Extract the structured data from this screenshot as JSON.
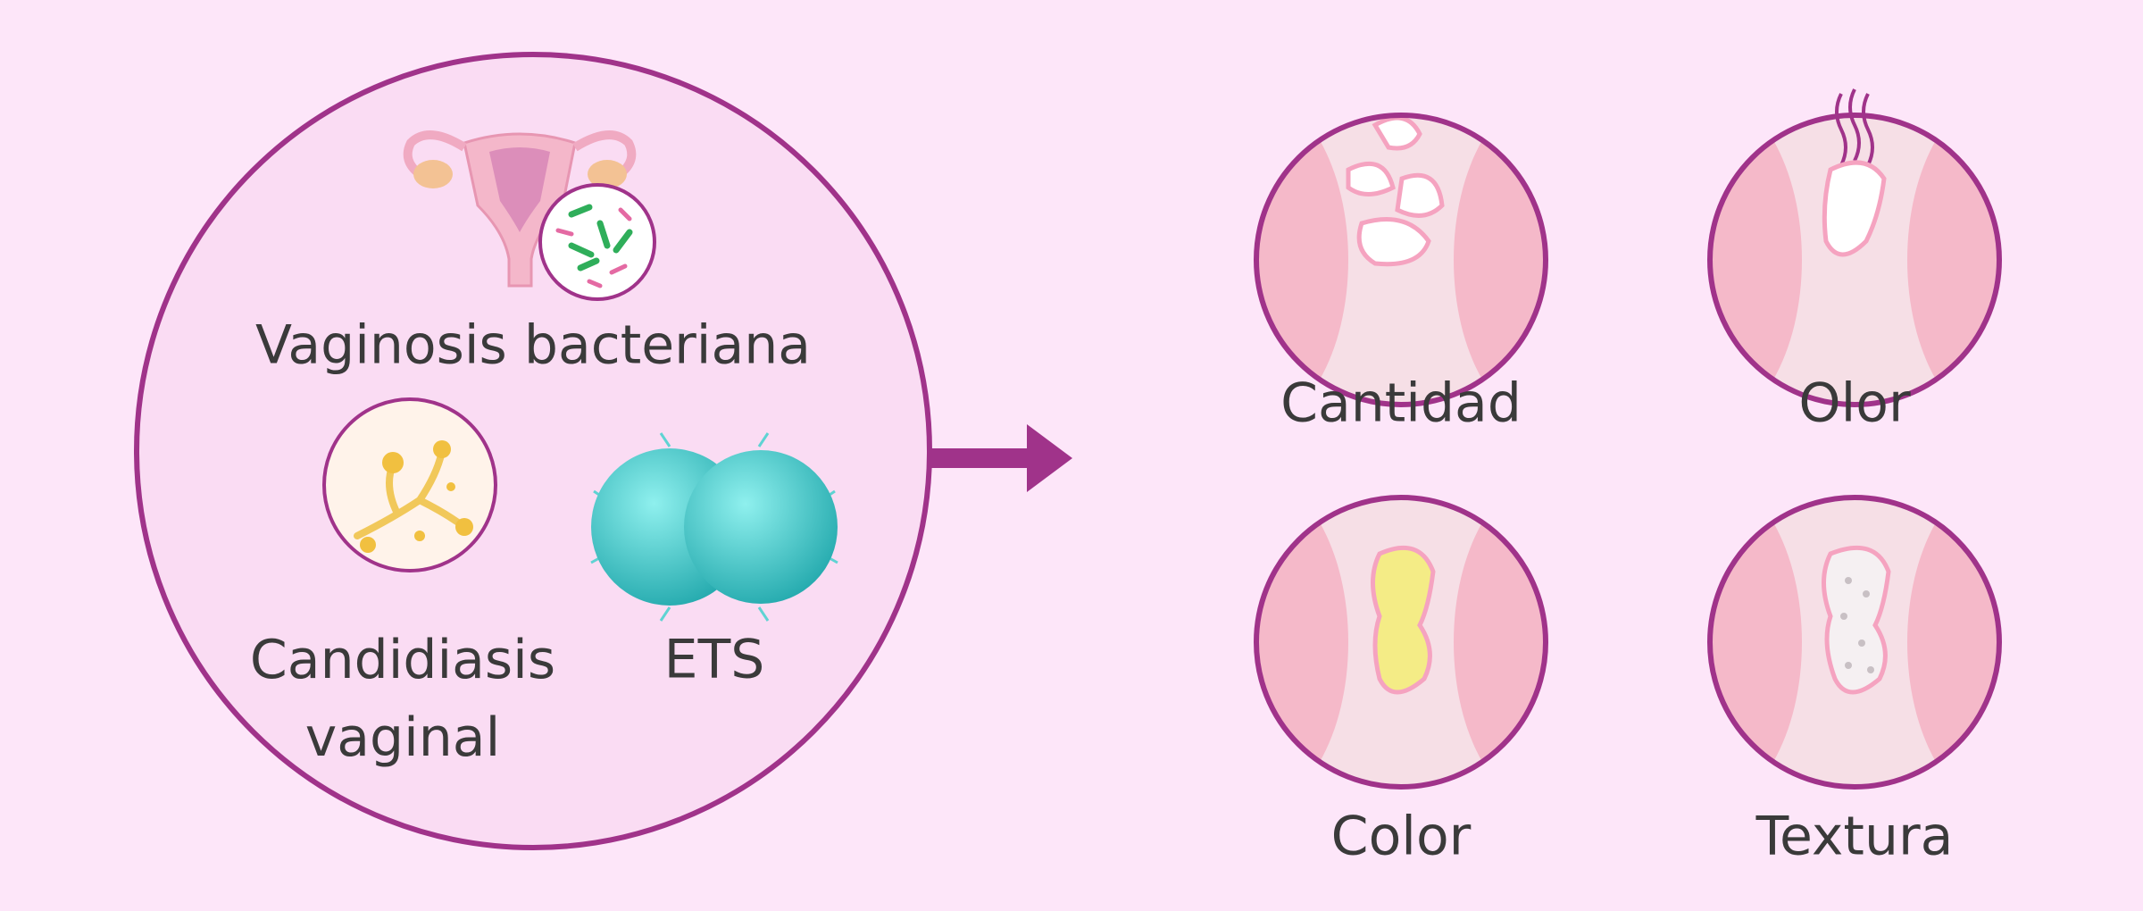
{
  "colors": {
    "background": "#fde6f9",
    "circle_fill": "#fadcf3",
    "stroke": "#a0338a",
    "text": "#3a3a3a"
  },
  "causes": {
    "bv": "Vaginosis bacteriana",
    "candida_line1": "Candidiasis",
    "candida_line2": "vaginal",
    "sti": "ETS"
  },
  "changes": [
    "Cantidad",
    "Olor",
    "Color",
    "Textura"
  ]
}
